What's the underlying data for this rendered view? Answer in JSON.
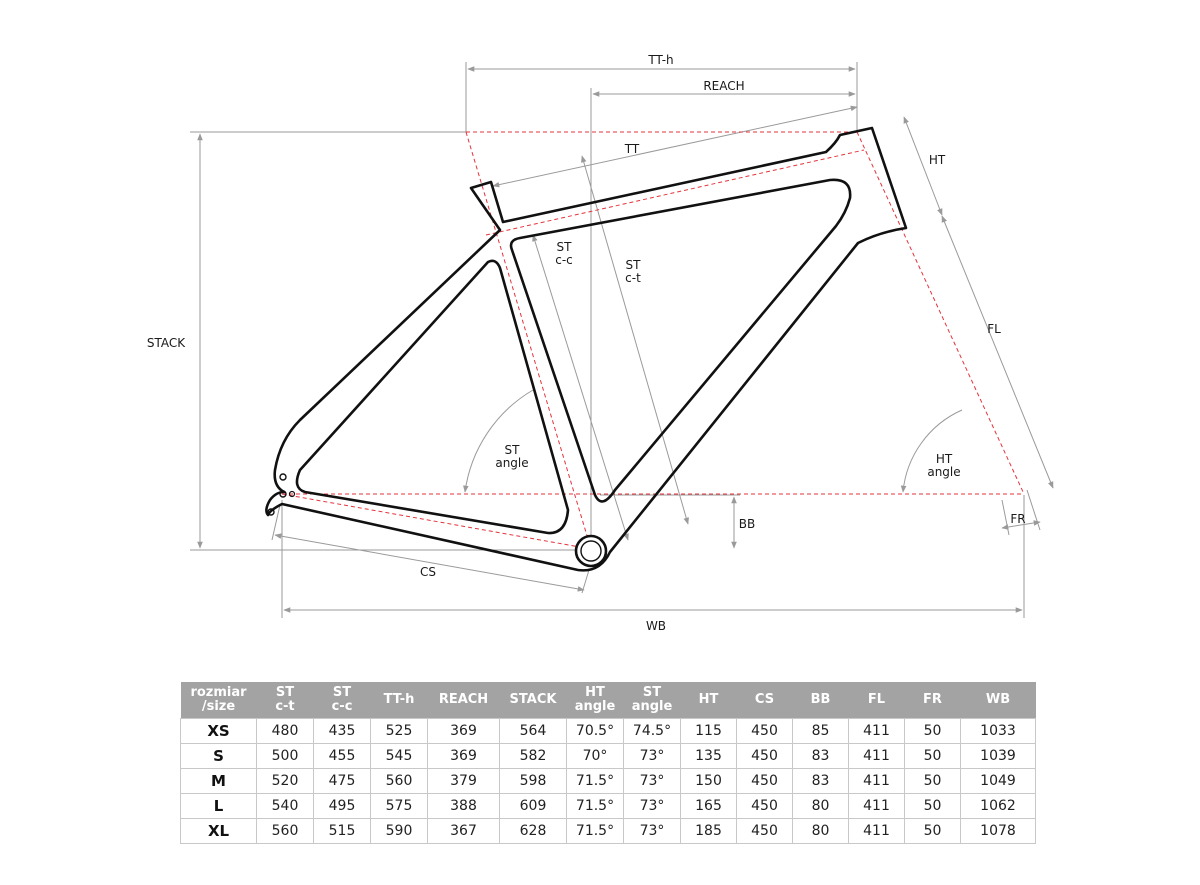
{
  "labels": {
    "tt_h": "TT-h",
    "reach": "REACH",
    "tt": "TT",
    "ht": "HT",
    "stack": "STACK",
    "st_cc_1": "ST",
    "st_cc_2": "c-c",
    "st_ct_1": "ST",
    "st_ct_2": "c-t",
    "fl": "FL",
    "st_angle_1": "ST",
    "st_angle_2": "angle",
    "ht_angle_1": "HT",
    "ht_angle_2": "angle",
    "bb": "BB",
    "fr": "FR",
    "cs": "CS",
    "wb": "WB"
  },
  "table": {
    "headers": [
      [
        "rozmiar",
        "/size"
      ],
      [
        "ST",
        "c-t"
      ],
      [
        "ST",
        "c-c"
      ],
      [
        "TT-h",
        ""
      ],
      [
        "REACH",
        ""
      ],
      [
        "STACK",
        ""
      ],
      [
        "HT",
        "angle"
      ],
      [
        "ST",
        "angle"
      ],
      [
        "HT",
        ""
      ],
      [
        "CS",
        ""
      ],
      [
        "BB",
        ""
      ],
      [
        "FL",
        ""
      ],
      [
        "FR",
        ""
      ],
      [
        "WB",
        ""
      ]
    ],
    "rows": [
      [
        "XS",
        "480",
        "435",
        "525",
        "369",
        "564",
        "70.5°",
        "74.5°",
        "115",
        "450",
        "85",
        "411",
        "50",
        "1033"
      ],
      [
        "S",
        "500",
        "455",
        "545",
        "369",
        "582",
        "70°",
        "73°",
        "135",
        "450",
        "83",
        "411",
        "50",
        "1039"
      ],
      [
        "M",
        "520",
        "475",
        "560",
        "379",
        "598",
        "71.5°",
        "73°",
        "150",
        "450",
        "83",
        "411",
        "50",
        "1049"
      ],
      [
        "L",
        "540",
        "495",
        "575",
        "388",
        "609",
        "71.5°",
        "73°",
        "165",
        "450",
        "80",
        "411",
        "50",
        "1062"
      ],
      [
        "XL",
        "560",
        "515",
        "590",
        "367",
        "628",
        "71.5°",
        "73°",
        "185",
        "450",
        "80",
        "411",
        "50",
        "1078"
      ]
    ]
  },
  "colors": {
    "frame": "#111111",
    "construction": "#e5333b",
    "dimension": "#9a9a9a",
    "header_bg": "#a3a3a3"
  }
}
